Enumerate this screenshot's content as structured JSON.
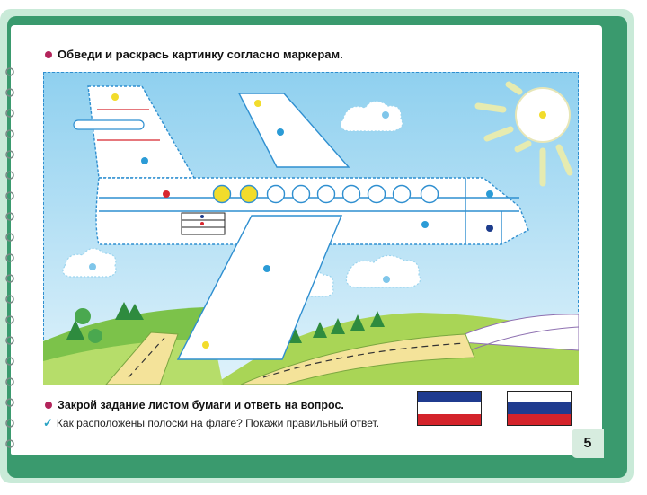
{
  "instruction_1": "Обведи и раскрась картинку согласно маркерам.",
  "instruction_2": "Закрой задание листом бумаги и ответь на вопрос.",
  "question": "Как расположены полоски на флаге? Покажи правильный ответ.",
  "page_number": "5",
  "colors": {
    "cover": "#3a9a6e",
    "bullet": "#b3245b",
    "check": "#29a3c4",
    "sky": "#bfe4f4",
    "marker_yellow": "#f2dc2b",
    "marker_blue": "#2b9bd6",
    "marker_red": "#d8262e",
    "marker_navy": "#1d3c8c",
    "marker_lightblue": "#7fc6ea"
  },
  "flags": [
    {
      "name": "flag-option-1",
      "stripes": [
        "#1f3b8f",
        "#ffffff",
        "#d4232b"
      ]
    },
    {
      "name": "flag-option-2",
      "stripes": [
        "#ffffff",
        "#1f3b8f",
        "#d4232b"
      ]
    }
  ],
  "icons": {
    "check": "checkmark-icon",
    "bullet": "bullet-dot-icon",
    "spiral": "spiral-binding-icon"
  }
}
